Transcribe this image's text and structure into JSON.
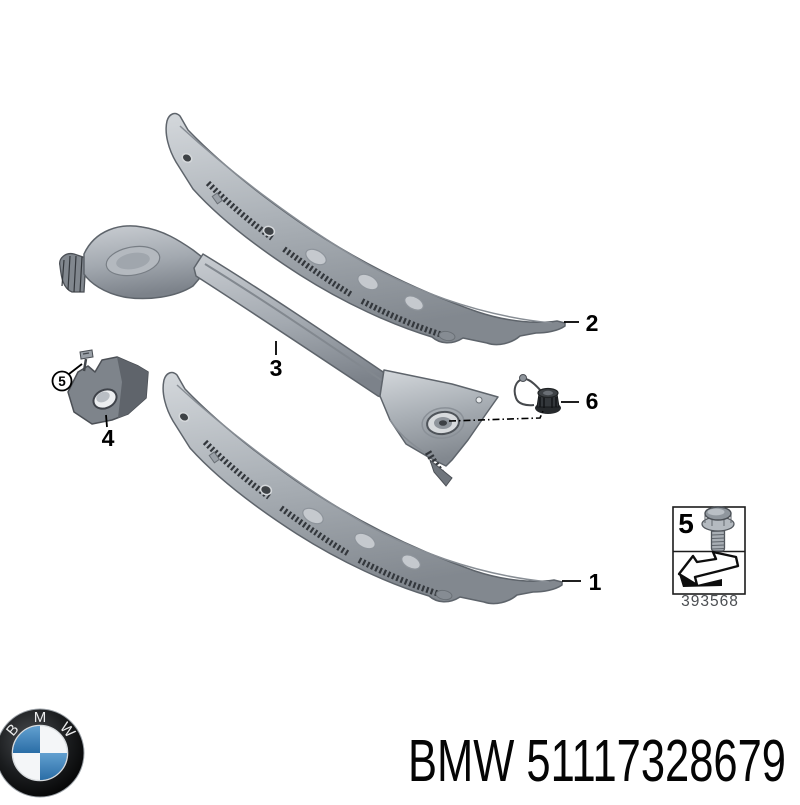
{
  "diagram": {
    "description": "BMW windshield cowl / sealing parts exploded diagram",
    "callouts": {
      "c1": "1",
      "c2": "2",
      "c3": "3",
      "c4": "4",
      "c5": "5",
      "c6": "6"
    },
    "parts": {
      "p1": "cowl-panel-lower",
      "p2": "cowl-panel-upper",
      "p3": "water-drain-channel",
      "p4": "cover-bracket",
      "p5": "screw",
      "p6": "grommet-plug-with-tether"
    },
    "inset": {
      "index_label": "5",
      "screw_icon": "flange-bolt-icon",
      "direction_icon": "install-direction-arrow-icon",
      "part_number": "393568"
    }
  },
  "footer": {
    "title": "BMW 51117328679",
    "logo": {
      "brand_letters": [
        "B",
        "M",
        "W"
      ]
    }
  },
  "colors": {
    "background": "#ffffff",
    "metal_light": "#d2d6da",
    "metal_mid": "#aab0b6",
    "metal_dark": "#878d94",
    "detail_dark": "#33373c",
    "outline": "#5e646b",
    "label_text": "#000000",
    "part_number_text": "#4b4e52",
    "logo_blue": "#3f87c0",
    "logo_ring": "#141618"
  }
}
